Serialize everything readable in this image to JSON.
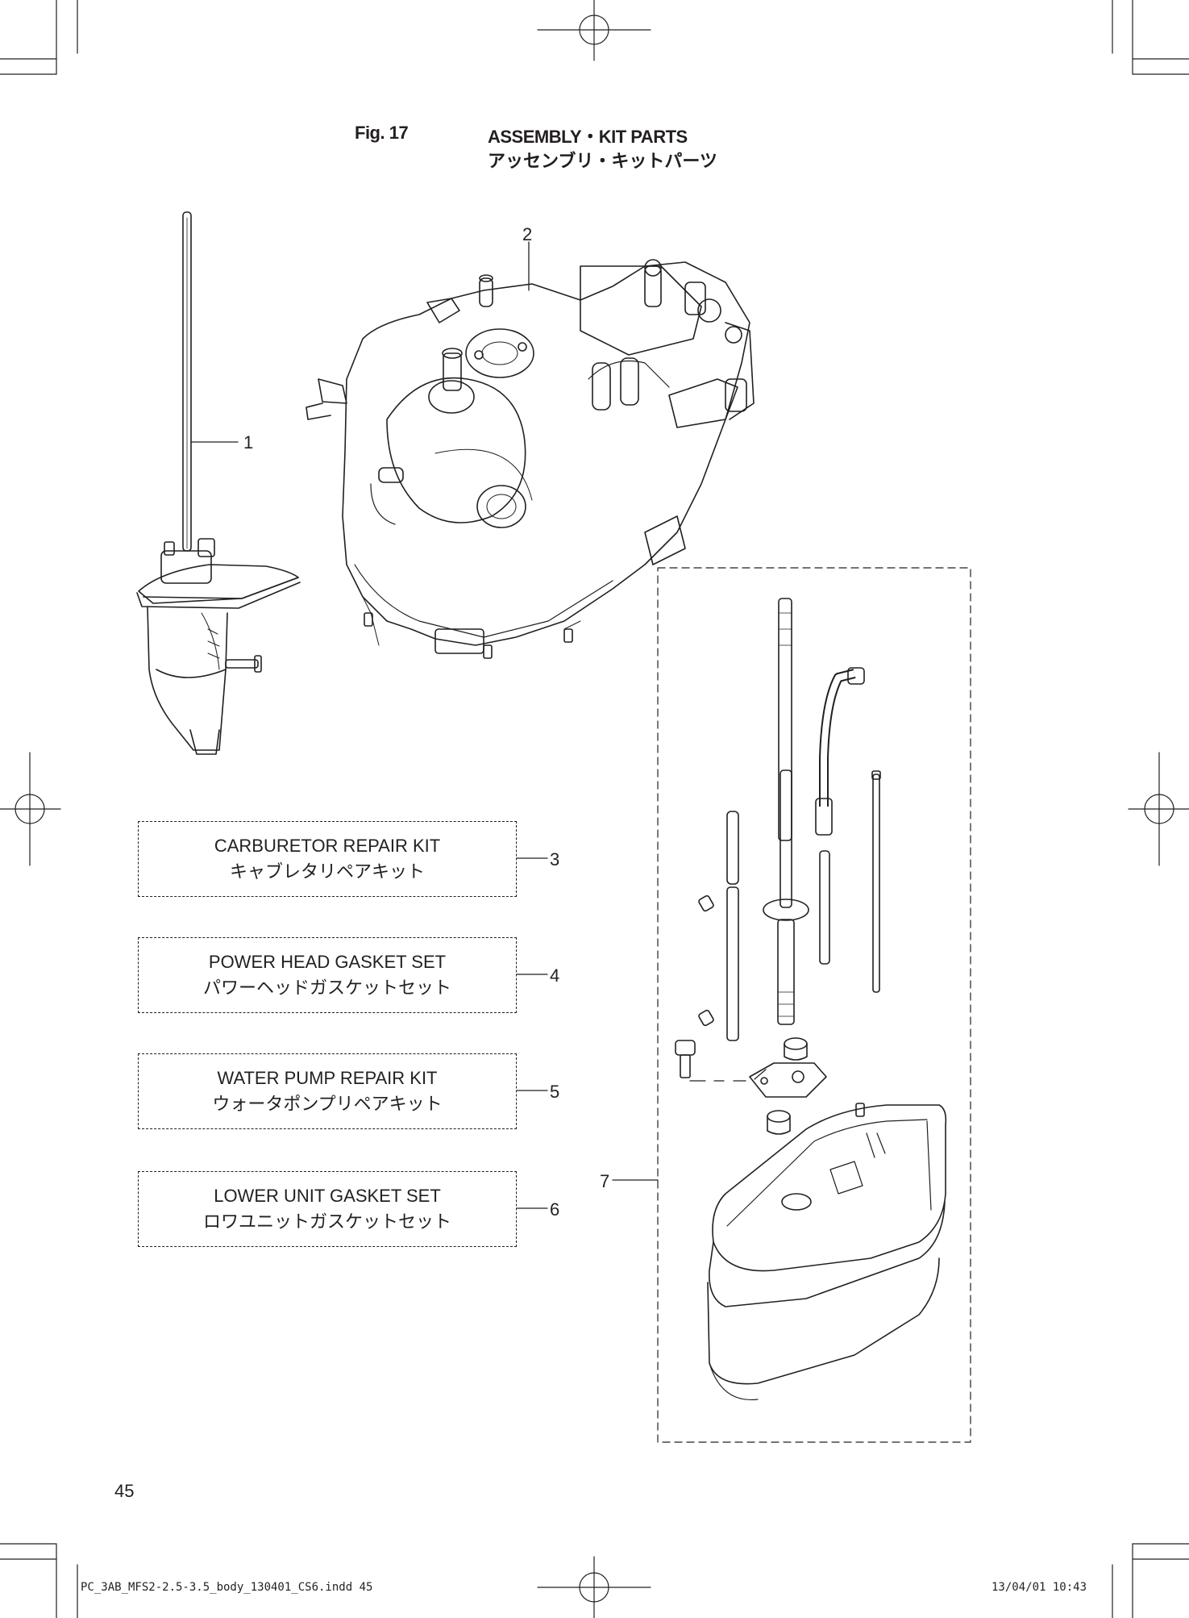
{
  "figure": {
    "number": "Fig. 17",
    "title_en": "ASSEMBLY・KIT PARTS",
    "title_jp": "アッセンブリ・キットパーツ"
  },
  "callouts": [
    {
      "id": "1",
      "label": "1"
    },
    {
      "id": "2",
      "label": "2"
    },
    {
      "id": "7",
      "label": "7"
    }
  ],
  "kits": [
    {
      "number": "3",
      "name_en": "CARBURETOR REPAIR KIT",
      "name_jp": "キャブレタリペアキット"
    },
    {
      "number": "4",
      "name_en": "POWER HEAD GASKET SET",
      "name_jp": "パワーヘッドガスケットセット"
    },
    {
      "number": "5",
      "name_en": "WATER PUMP REPAIR KIT",
      "name_jp": "ウォータポンプリペアキット"
    },
    {
      "number": "6",
      "name_en": "LOWER UNIT GASKET SET",
      "name_jp": "ロワユニットガスケットセット"
    }
  ],
  "footer": {
    "page_number": "45",
    "slug_file": "PC_3AB_MFS2-2.5-3.5_body_130401_CS6.indd  45",
    "slug_date": "13/04/01  10:43"
  }
}
